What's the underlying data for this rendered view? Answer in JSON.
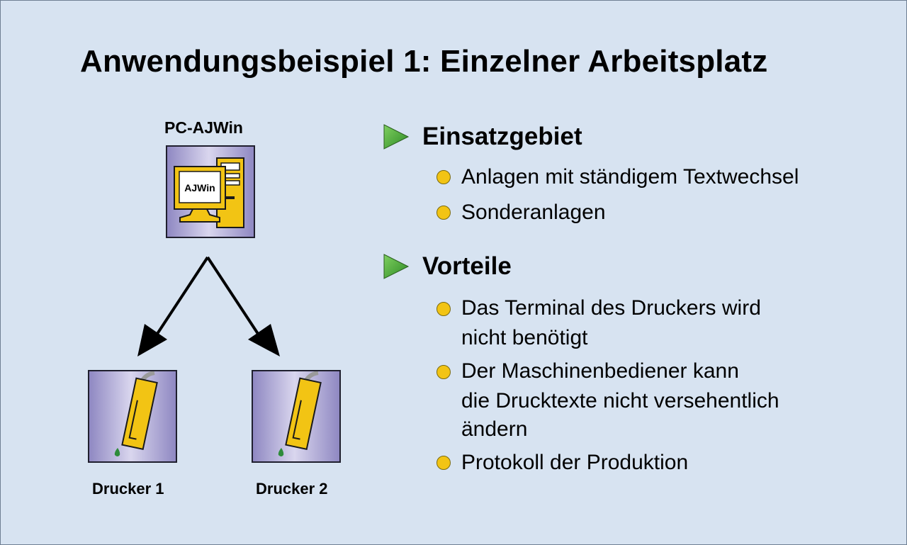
{
  "title": "Anwendungsbeispiel 1: Einzelner Arbeitsplatz",
  "diagram": {
    "pc_label": "PC-AJWin",
    "screen_text": "AJWin",
    "printer1_label": "Drucker 1",
    "printer2_label": "Drucker 2"
  },
  "sections": [
    {
      "heading": "Einsatzgebiet",
      "items": [
        "Anlagen mit ständigem Textwechsel",
        "Sonderanlagen"
      ]
    },
    {
      "heading": "Vorteile",
      "items": [
        [
          "Das Terminal des Druckers wird",
          "nicht benötigt"
        ],
        [
          "Der Maschinenbediener kann",
          "die Drucktexte nicht versehentlich",
          "ändern"
        ],
        "Protokoll der Produktion"
      ]
    }
  ],
  "colors": {
    "background": "#d7e3f1",
    "tile": "#8f88c2",
    "accent_yellow": "#f2c414",
    "arrow_green": "#4aa832"
  },
  "icons": [
    "computer-icon",
    "printer-head-icon",
    "arrow-down-left",
    "arrow-down-right",
    "triangle-bullet-icon",
    "circle-bullet-icon"
  ]
}
